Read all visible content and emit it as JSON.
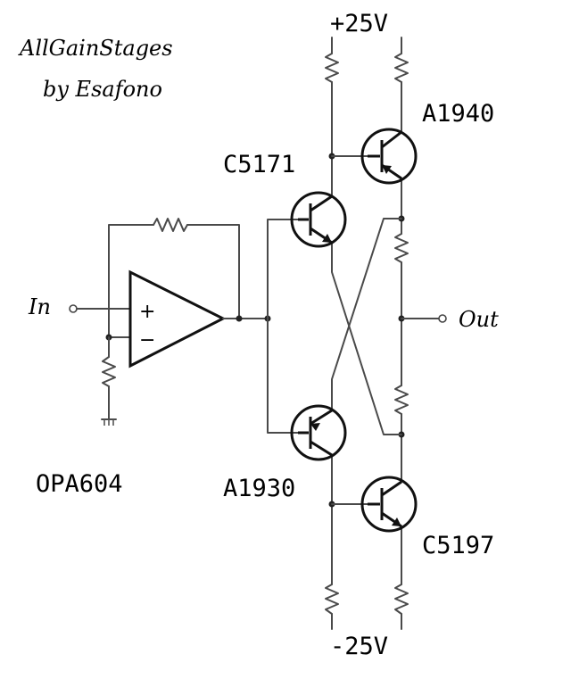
{
  "title_line1": "AllGainStages",
  "title_line2": "by Esafono",
  "supply_positive": "+25V",
  "supply_negative": "-25V",
  "input_label": "In",
  "output_label": "Out",
  "opamp": {
    "name": "OPA604",
    "plus": "+",
    "minus": "−"
  },
  "transistors": {
    "q_c5171": "C5171",
    "q_a1940": "A1940",
    "q_a1930": "A1930",
    "q_c5197": "C5197"
  }
}
